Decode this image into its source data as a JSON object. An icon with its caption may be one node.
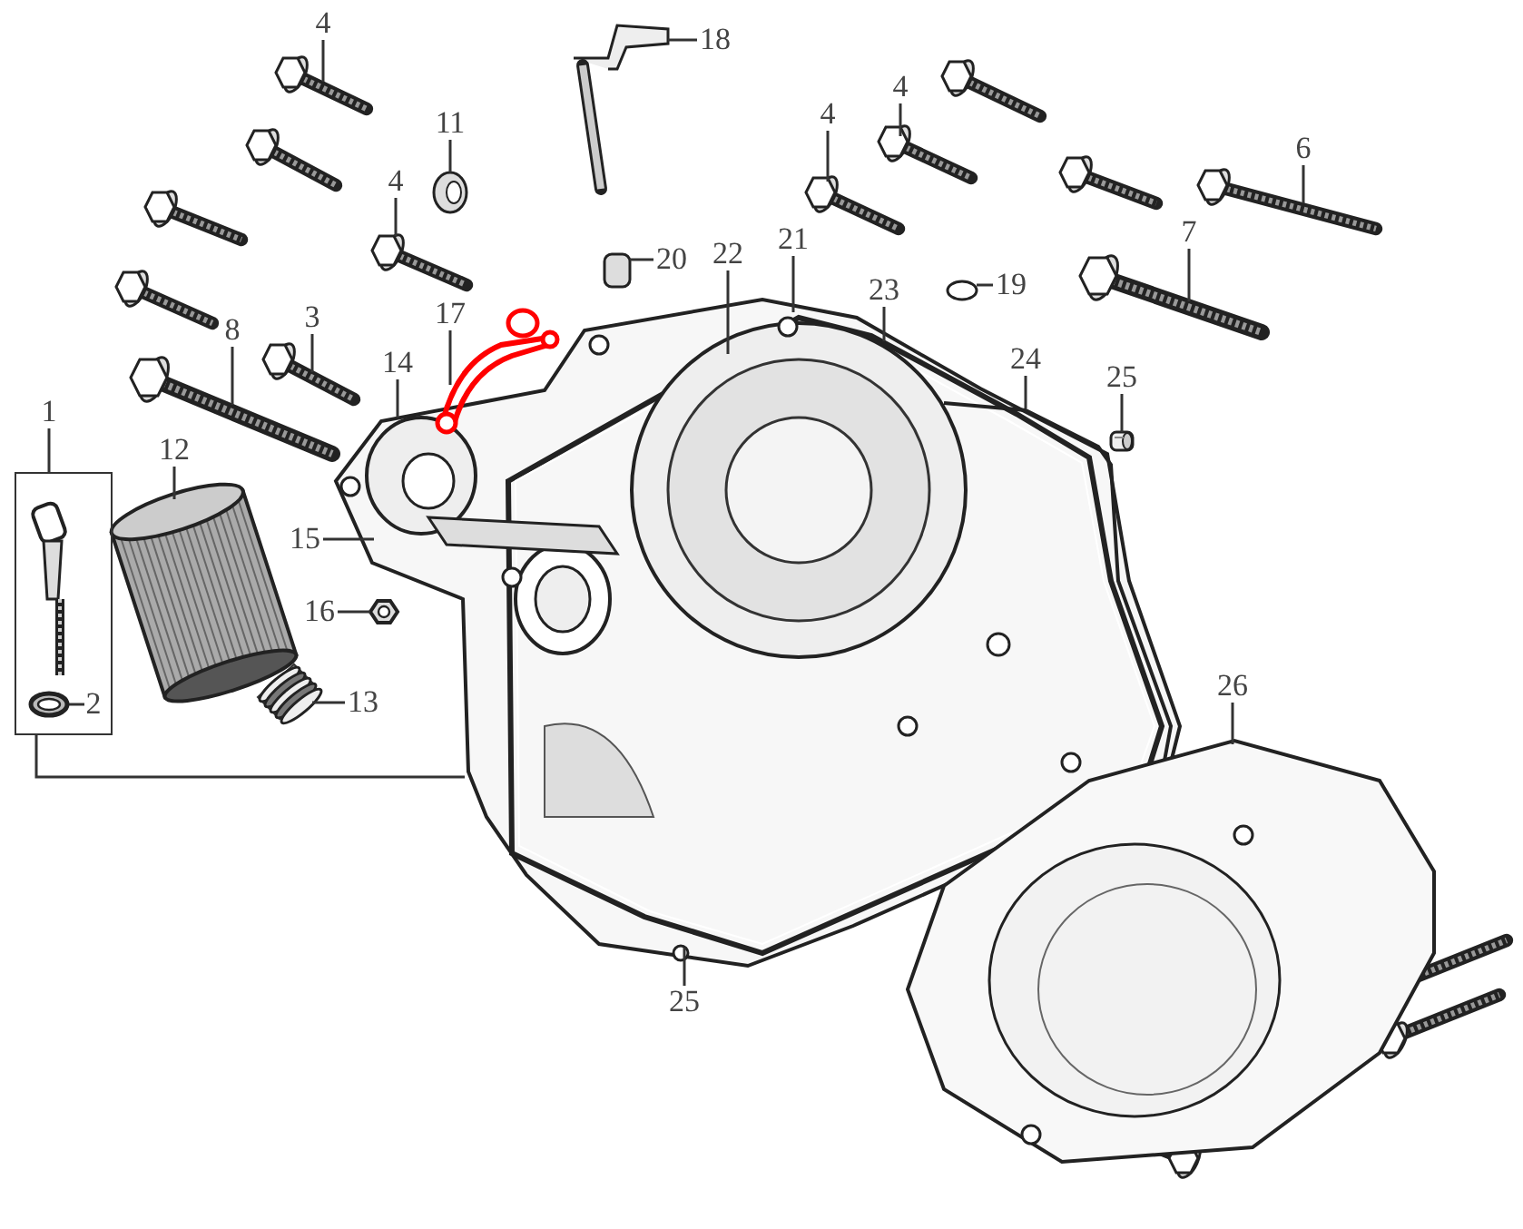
{
  "diagram": {
    "nodes": [
      {
        "text": [
          "4"
        ]
      },
      {
        "text": [
          "18"
        ]
      },
      {
        "text": [
          "4"
        ]
      },
      {
        "text": [
          "11"
        ]
      },
      {
        "text": [
          "4"
        ]
      },
      {
        "text": [
          "6"
        ]
      },
      {
        "text": [
          "4"
        ]
      },
      {
        "text": [
          "7"
        ]
      },
      {
        "text": [
          "21"
        ]
      },
      {
        "text": [
          "22"
        ]
      },
      {
        "text": [
          "20"
        ]
      },
      {
        "text": [
          "19"
        ]
      },
      {
        "text": [
          "23"
        ]
      },
      {
        "text": [
          "17"
        ]
      },
      {
        "text": [
          "3"
        ]
      },
      {
        "text": [
          "8"
        ]
      },
      {
        "text": [
          "24"
        ]
      },
      {
        "text": [
          "14"
        ]
      },
      {
        "text": [
          "25"
        ]
      },
      {
        "text": [
          "1"
        ]
      },
      {
        "text": [
          "12"
        ]
      },
      {
        "text": [],
        "shape": "box"
      },
      {
        "text": [
          "15"
        ]
      },
      {
        "text": [
          "16"
        ]
      },
      {
        "text": [
          "26"
        ]
      },
      {
        "text": [
          "13"
        ]
      },
      {
        "text": [
          "2"
        ],
        "in": 21
      },
      {
        "text": [
          "25"
        ]
      },
      {
        "text": [],
        "shape": "picture"
      },
      {
        "text": [],
        "shape": "picture"
      },
      {
        "text": [],
        "shape": "picture"
      },
      {
        "text": [],
        "shape": "picture"
      },
      {
        "text": [],
        "shape": "picture"
      },
      {
        "text": [],
        "shape": "picture"
      },
      {
        "text": [],
        "shape": "picture"
      },
      {
        "text": [],
        "shape": "picture"
      },
      {
        "text": [],
        "shape": "picture"
      },
      {
        "text": [],
        "shape": "picture"
      },
      {
        "text": [],
        "shape": "picture"
      },
      {
        "text": [],
        "shape": "picture"
      },
      {
        "text": [],
        "shape": "picture"
      },
      {
        "text": [],
        "shape": "picture"
      },
      {
        "text": [],
        "shape": "picture"
      },
      {
        "text": [],
        "shape": "picture"
      },
      {
        "text": [],
        "shape": "picture"
      },
      {
        "text": [],
        "shape": "picture",
        "in": 21
      },
      {
        "text": [],
        "shape": "picture"
      }
    ],
    "edges": [
      {
        "from": 0,
        "to": 29,
        "arrow": "none"
      },
      {
        "from": 1,
        "to": 28,
        "arrow": "none"
      },
      {
        "from": 2,
        "to": 30,
        "arrow": "none"
      },
      {
        "from": 3,
        "to": 32,
        "arrow": "none"
      },
      {
        "from": 4,
        "to": 33,
        "arrow": "none"
      },
      {
        "from": 5,
        "to": 31,
        "arrow": "none"
      },
      {
        "from": 6,
        "to": 34,
        "arrow": "none"
      },
      {
        "from": 7,
        "to": 36,
        "arrow": "none"
      },
      {
        "from": 8,
        "to": null,
        "arrow": "none"
      },
      {
        "from": 9,
        "to": null,
        "arrow": "none"
      },
      {
        "from": 10,
        "to": 35,
        "arrow": "none"
      },
      {
        "from": 11,
        "to": 37,
        "arrow": "none"
      },
      {
        "from": 12,
        "to": null,
        "arrow": "none"
      },
      {
        "from": 13,
        "to": 38,
        "arrow": "none"
      },
      {
        "from": 14,
        "to": 39,
        "arrow": "none"
      },
      {
        "from": 15,
        "to": 40,
        "arrow": "none"
      },
      {
        "from": 16,
        "to": null,
        "arrow": "none"
      },
      {
        "from": 17,
        "to": null,
        "arrow": "none"
      },
      {
        "from": 18,
        "to": 41,
        "arrow": "none"
      },
      {
        "from": 19,
        "to": 21,
        "arrow": "none"
      },
      {
        "from": 20,
        "to": 42,
        "arrow": "none"
      },
      {
        "from": 21,
        "to": null,
        "arrow": "none"
      },
      {
        "from": 22,
        "to": null,
        "arrow": "none"
      },
      {
        "from": 23,
        "to": 43,
        "arrow": "none"
      },
      {
        "from": 24,
        "to": 46,
        "arrow": "none"
      },
      {
        "from": 25,
        "to": 44,
        "arrow": "none"
      },
      {
        "from": 26,
        "to": 45,
        "arrow": "none"
      },
      {
        "from": 27,
        "to": null,
        "arrow": "none"
      }
    ]
  }
}
